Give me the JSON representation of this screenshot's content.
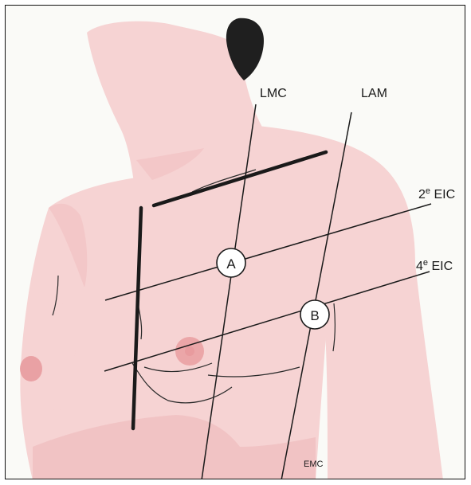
{
  "labels": {
    "lmc": "LMC",
    "lam": "LAM",
    "eic2_num": "2",
    "eic2_sup": "e",
    "eic2_txt": " EIC",
    "eic4_num": "4",
    "eic4_sup": "e",
    "eic4_txt": " EIC",
    "point_a": "A",
    "point_b": "B",
    "watermark": "EMC"
  },
  "colors": {
    "skin": "#f6d3d3",
    "skin_shadow": "#efb9ba",
    "hair": "#1f1f1f",
    "areola": "#e89b9e",
    "line": "#1a1a1a"
  }
}
